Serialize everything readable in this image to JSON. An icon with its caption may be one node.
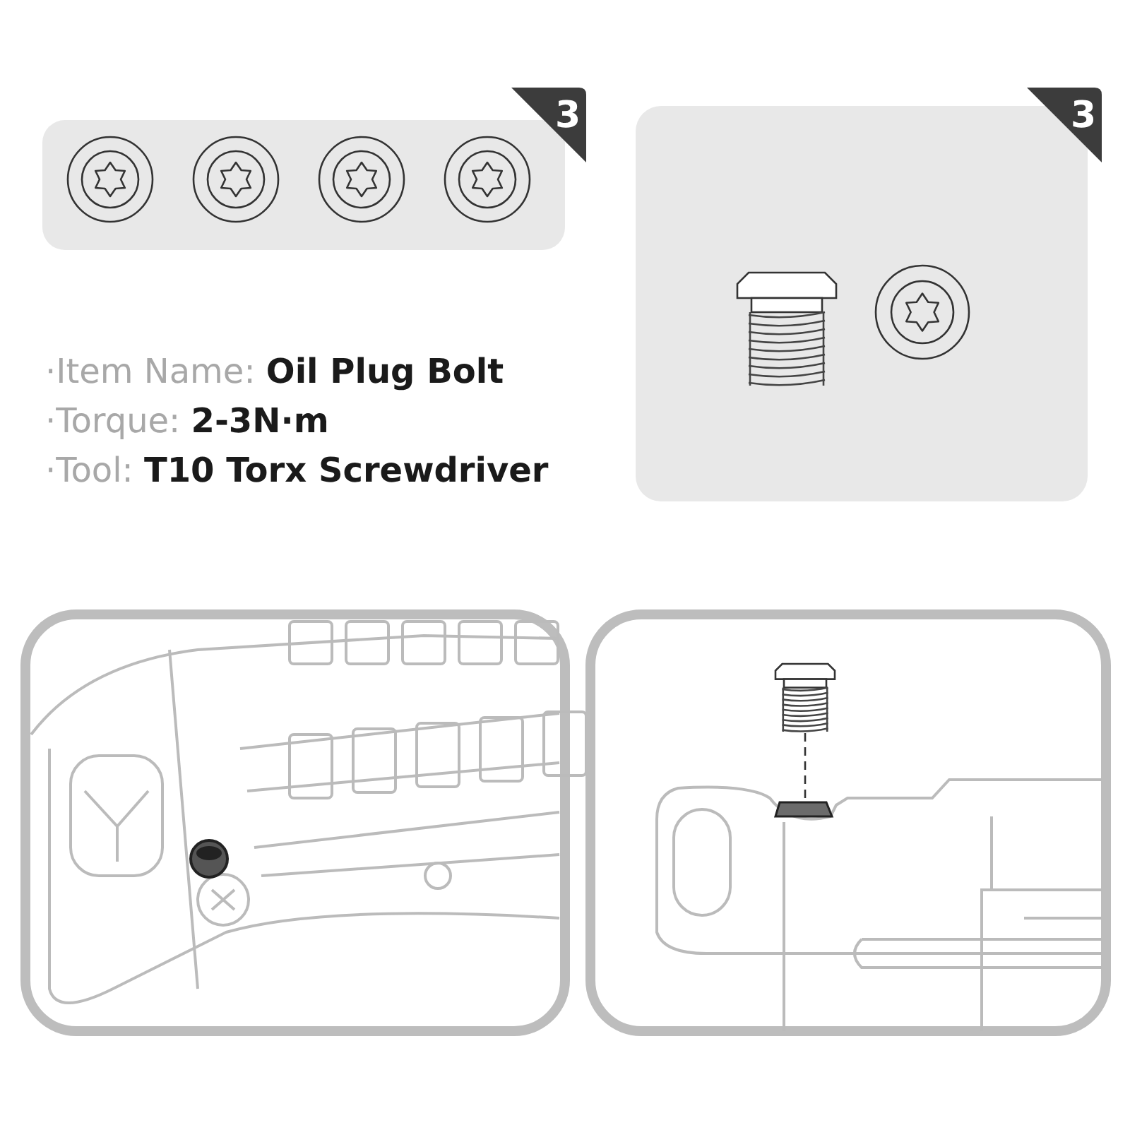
{
  "diagram": {
    "nodes": [
      {
        "text": [],
        "shape": "bolt"
      },
      {
        "text": [],
        "shape": "opening"
      }
    ],
    "edges": [
      {
        "from": 0,
        "to": 1,
        "arrow": "none",
        "style": "dashed"
      }
    ],
    "labels": [
      "3",
      "3",
      "·Item Name: **Oil Plug Bolt**",
      "·Torque: **2-3N·m**",
      "·Tool: **T10 Torx Screwdriver**"
    ]
  }
}
